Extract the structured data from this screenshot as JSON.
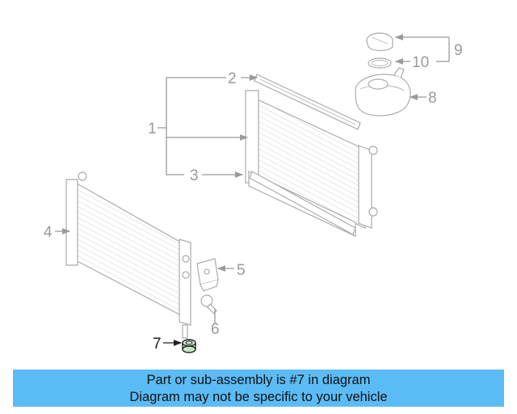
{
  "diagram": {
    "callouts": [
      "1",
      "2",
      "3",
      "4",
      "5",
      "6",
      "7",
      "8",
      "9",
      "10"
    ],
    "highlighted_callout": "7",
    "colors": {
      "highlight": "#222222",
      "muted": "#9a9a9a",
      "banner": "#5bbcf5"
    }
  },
  "banner": {
    "line1": "Part or sub-assembly is #7 in diagram",
    "line2": "Diagram may not be specific to your vehicle"
  }
}
